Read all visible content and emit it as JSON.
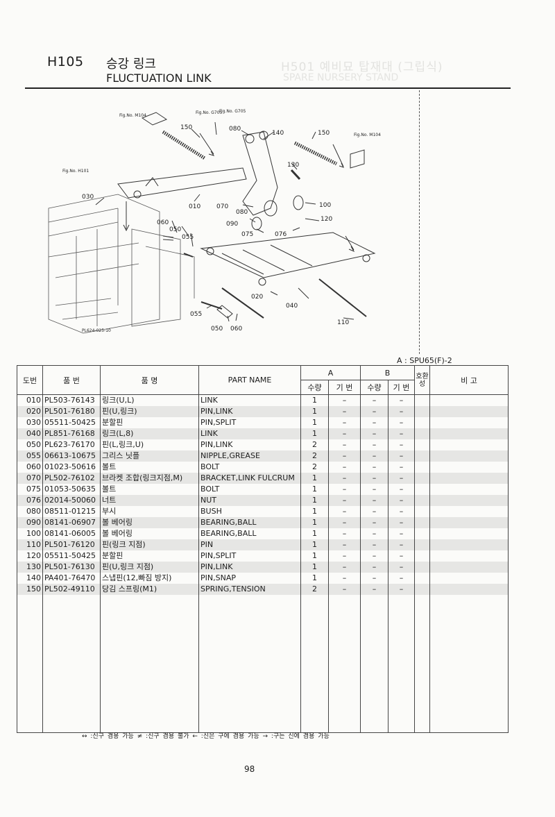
{
  "header": {
    "code": "H105",
    "title_ko": "승강 링크",
    "title_en": "FLUCTUATION LINK"
  },
  "bleed_through": {
    "title": "H501  예비묘 탑재대 (그립식)",
    "subtitle": "SPARE NURSERY STAND"
  },
  "diagram": {
    "fig_refs": {
      "m104_left": "Fig.No. M104",
      "g705_a": "Fig.No. G705",
      "g705_b": "Fig.No. G705",
      "m104_right": "Fig.No. M104",
      "h101": "Fig.No. H101"
    },
    "callouts": {
      "c150a": "150",
      "c080a": "080",
      "c140": "140",
      "c150b": "150",
      "c130": "130",
      "c030": "030",
      "c010": "010",
      "c070": "070",
      "c080b": "080",
      "c100": "100",
      "c060a": "060",
      "c050a": "050",
      "c055a": "055",
      "c090": "090",
      "c075": "075",
      "c076": "076",
      "c120": "120",
      "c020": "020",
      "c040": "040",
      "c055b": "055",
      "c050b": "050",
      "c060b": "060",
      "c110": "110"
    },
    "drawing_code": "PL624-025-10"
  },
  "model_note": "A : SPU65(F)-2",
  "table": {
    "headers": {
      "no": "도번",
      "part_no": "품  번",
      "name_ko": "품     명",
      "part_name": "PART  NAME",
      "a": "A",
      "b": "B",
      "compat": "호환성",
      "remarks": "비  고",
      "qty": "수량",
      "base": "기 번"
    },
    "rows": [
      {
        "no": "010",
        "part": "PL503-76143",
        "ko": "링크(U,L)",
        "en": "LINK",
        "qa": "1",
        "ba": "–",
        "qb": "–",
        "bb": "–"
      },
      {
        "no": "020",
        "part": "PL501-76180",
        "ko": "핀(U,링크)",
        "en": "PIN,LINK",
        "qa": "1",
        "ba": "–",
        "qb": "–",
        "bb": "–"
      },
      {
        "no": "030",
        "part": "05511-50425",
        "ko": "분할핀",
        "en": "PIN,SPLIT",
        "qa": "1",
        "ba": "–",
        "qb": "–",
        "bb": "–"
      },
      {
        "no": "040",
        "part": "PL851-76168",
        "ko": "링크(L,8)",
        "en": "LINK",
        "qa": "1",
        "ba": "–",
        "qb": "–",
        "bb": "–"
      },
      {
        "no": "050",
        "part": "PL623-76170",
        "ko": "핀(L,링크,U)",
        "en": "PIN,LINK",
        "qa": "2",
        "ba": "–",
        "qb": "–",
        "bb": "–"
      },
      {
        "no": "055",
        "part": "06613-10675",
        "ko": "그리스 닛플",
        "en": "NIPPLE,GREASE",
        "qa": "2",
        "ba": "–",
        "qb": "–",
        "bb": "–"
      },
      {
        "no": "060",
        "part": "01023-50616",
        "ko": "볼트",
        "en": "BOLT",
        "qa": "2",
        "ba": "–",
        "qb": "–",
        "bb": "–"
      },
      {
        "no": "070",
        "part": "PL502-76102",
        "ko": "브라켓 조합(링크지점,M)",
        "en": "BRACKET,LINK FULCRUM",
        "qa": "1",
        "ba": "–",
        "qb": "–",
        "bb": "–"
      },
      {
        "no": "075",
        "part": "01053-50635",
        "ko": "볼트",
        "en": "BOLT",
        "qa": "1",
        "ba": "–",
        "qb": "–",
        "bb": "–"
      },
      {
        "no": "076",
        "part": "02014-50060",
        "ko": "너트",
        "en": "NUT",
        "qa": "1",
        "ba": "–",
        "qb": "–",
        "bb": "–"
      },
      {
        "no": "080",
        "part": "08511-01215",
        "ko": "부시",
        "en": "BUSH",
        "qa": "1",
        "ba": "–",
        "qb": "–",
        "bb": "–"
      },
      {
        "no": "090",
        "part": "08141-06907",
        "ko": "볼 베어링",
        "en": "BEARING,BALL",
        "qa": "1",
        "ba": "–",
        "qb": "–",
        "bb": "–"
      },
      {
        "no": "100",
        "part": "08141-06005",
        "ko": "볼 베어링",
        "en": "BEARING,BALL",
        "qa": "1",
        "ba": "–",
        "qb": "–",
        "bb": "–"
      },
      {
        "no": "110",
        "part": "PL501-76120",
        "ko": "핀(링크 지점)",
        "en": "PIN",
        "qa": "1",
        "ba": "–",
        "qb": "–",
        "bb": "–"
      },
      {
        "no": "120",
        "part": "05511-50425",
        "ko": "분할핀",
        "en": "PIN,SPLIT",
        "qa": "1",
        "ba": "–",
        "qb": "–",
        "bb": "–"
      },
      {
        "no": "130",
        "part": "PL501-76130",
        "ko": "핀(U,링크 지점)",
        "en": "PIN,LINK",
        "qa": "1",
        "ba": "–",
        "qb": "–",
        "bb": "–"
      },
      {
        "no": "140",
        "part": "PA401-76470",
        "ko": "스냅핀(12,빠짐 방지)",
        "en": "PIN,SNAP",
        "qa": "1",
        "ba": "–",
        "qb": "–",
        "bb": "–"
      },
      {
        "no": "150",
        "part": "PL502-49110",
        "ko": "당김 스프링(M1)",
        "en": "SPRING,TENSION",
        "qa": "2",
        "ba": "–",
        "qb": "–",
        "bb": "–"
      }
    ]
  },
  "legend": "↔ :신구 겸용 가능   ≠ :신구 겸용 불가   ← :신은 구에 겸용 가능   → :구는 신에 겸용 가능",
  "page_number": "98"
}
